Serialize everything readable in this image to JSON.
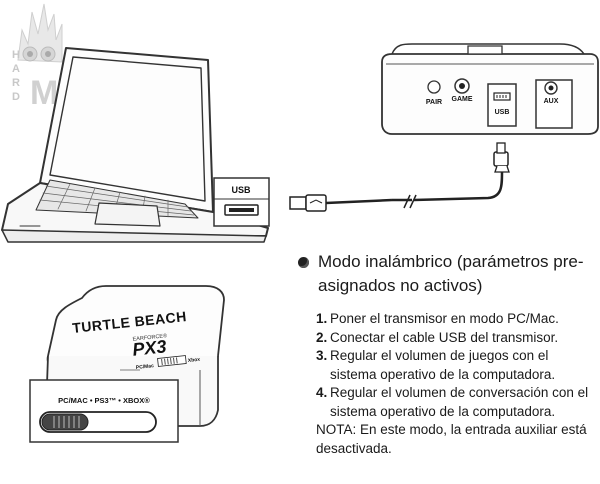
{
  "watermark": {
    "text": "HARD M",
    "letters": [
      "H",
      "A",
      "R",
      "D"
    ],
    "badge": "M"
  },
  "laptop": {
    "usb_port_label": "USB"
  },
  "transmitter_back": {
    "pair_label": "PAIR",
    "game_label": "GAME",
    "usb_label": "USB",
    "aux_label": "AUX"
  },
  "transmitter_front": {
    "brand": "TURTLE BEACH",
    "series": "EARFORCE®",
    "model": "PX3",
    "pc_label": "PC/Mac",
    "xbox_label": "Xbox",
    "mode_labels": "PC/MAC • PS3™ • XBOX®"
  },
  "instructions": {
    "heading": "Modo inalámbrico (parámetros pre-asignados no activos)",
    "steps": [
      {
        "num": "1.",
        "text": "Poner el transmisor en modo PC/Mac."
      },
      {
        "num": "2.",
        "text": "Conectar el cable USB del transmisor."
      },
      {
        "num": "3.",
        "text": "Regular el volumen de juegos con el sistema operativo de la computadora."
      },
      {
        "num": "4.",
        "text": "Regular el volumen de conversación con el sistema operativo de la computadora."
      }
    ],
    "note": "NOTA: En este modo, la entrada auxiliar está desactivada."
  }
}
